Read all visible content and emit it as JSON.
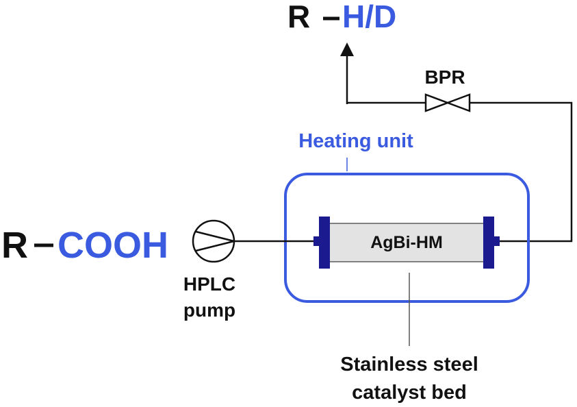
{
  "reactant": {
    "prefix": "R",
    "group": "COOH"
  },
  "product": {
    "prefix": "R",
    "group": "H/D"
  },
  "pump": {
    "line1": "HPLC",
    "line2": "pump"
  },
  "bpr": {
    "label": "BPR"
  },
  "heating": {
    "label": "Heating unit"
  },
  "catalyst": {
    "label": "AgBi-HM"
  },
  "bed": {
    "line1": "Stainless steel",
    "line2": "catalyst bed"
  },
  "colors": {
    "accent": "#3a5be0",
    "line": "#111111",
    "cartridge_fill": "#e3e3e3",
    "cap": "#1b1b8f"
  }
}
